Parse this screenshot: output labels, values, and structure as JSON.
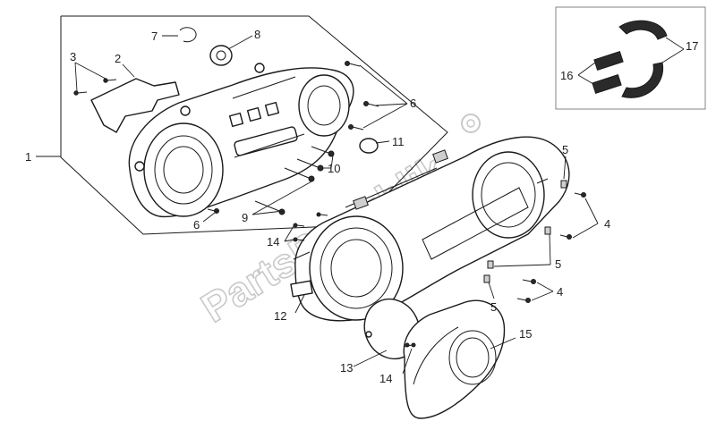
{
  "watermark": "PartsRepublik",
  "callouts": {
    "c1": "1",
    "c2": "2",
    "c3": "3",
    "c4a": "4",
    "c4b": "4",
    "c5a": "5",
    "c5b": "5",
    "c5c": "5",
    "c6a": "6",
    "c6b": "6",
    "c7": "7",
    "c8": "8",
    "c9": "9",
    "c10": "10",
    "c11": "11",
    "c12": "12",
    "c13": "13",
    "c14a": "14",
    "c14b": "14",
    "c15": "15",
    "c16": "16",
    "c17": "17"
  }
}
